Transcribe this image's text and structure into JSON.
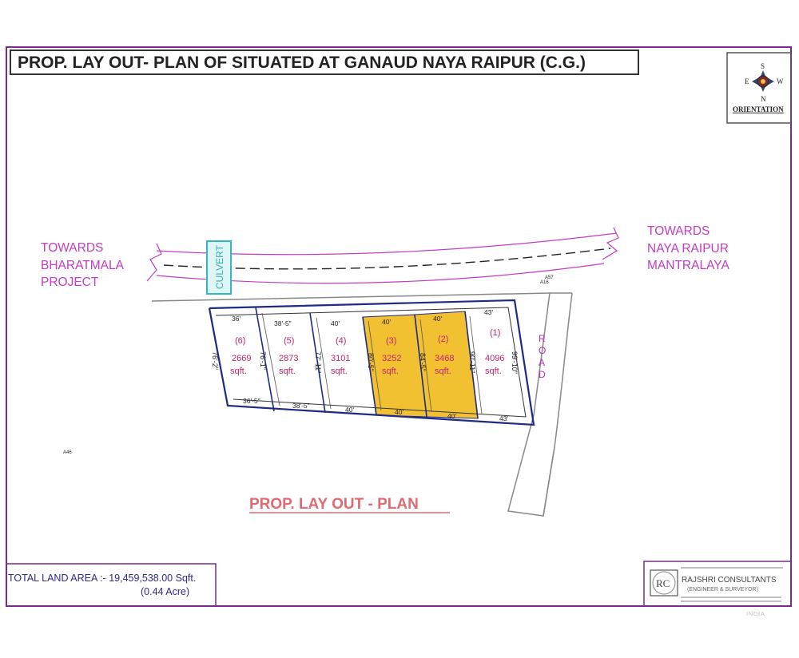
{
  "title": "PROP. LAY OUT- PLAN OF SITUATED AT  GANAUD NAYA RAIPUR  (C.G.)",
  "orientation": {
    "label": "ORIENTATION",
    "north": "N",
    "south": "S",
    "east": "E",
    "west": "W"
  },
  "labels": {
    "towards_left": [
      "TOWARDS",
      "BHARATMALA",
      "PROJECT"
    ],
    "towards_right": [
      "TOWARDS",
      "NAYA RAIPUR",
      "MANTRALAYA"
    ],
    "culvert": "CULVERT",
    "road": [
      "R",
      "O",
      "A",
      "D"
    ],
    "plan_caption": "PROP. LAY OUT - PLAN",
    "point_a57": "A57",
    "point_a16": "A16",
    "point_a46": "A46"
  },
  "plots": [
    {
      "no": "(6)",
      "area": "2669",
      "unit": "sqft.",
      "top": "36'",
      "bottom": "36'-5\"",
      "side": "76'-2\""
    },
    {
      "no": "(5)",
      "area": "2873",
      "unit": "sqft.",
      "top": "38'-5\"",
      "bottom": "38'-5\"",
      "side": "76'-1\""
    },
    {
      "no": "(4)",
      "area": "3101",
      "unit": "sqft.",
      "top": "40'",
      "bottom": "40'",
      "side": "77'-11\""
    },
    {
      "no": "(3)",
      "area": "3252",
      "unit": "sqft.",
      "top": "40'",
      "bottom": "40'",
      "side": "80'-5\""
    },
    {
      "no": "(2)",
      "area": "3468",
      "unit": "sqft.",
      "top": "40'",
      "bottom": "40'",
      "side": "84'-5\""
    },
    {
      "no": "(1)",
      "area": "4096",
      "unit": "sqft.",
      "top": "43'",
      "bottom": "43'",
      "side": "90'-11\""
    }
  ],
  "right_side_dim": "99'-10\"",
  "total_area": {
    "label": "TOTAL LAND AREA :- 19,459,538.00 Sqft.",
    "acre": "(0.44 Acre)"
  },
  "stamp": {
    "logo": "RC",
    "name": "RAJSHRI CONSULTANTS",
    "sub": "(ENGINEER & SURVEYOR)",
    "watermark": "INDIA"
  },
  "colors": {
    "frame": "#7a2a8a",
    "magenta": "#c43bc4",
    "highlight": "#f2c132",
    "plot_text": "#c0256e",
    "plan_caption": "#e06a70",
    "lot_outline": "#1d2a86"
  }
}
